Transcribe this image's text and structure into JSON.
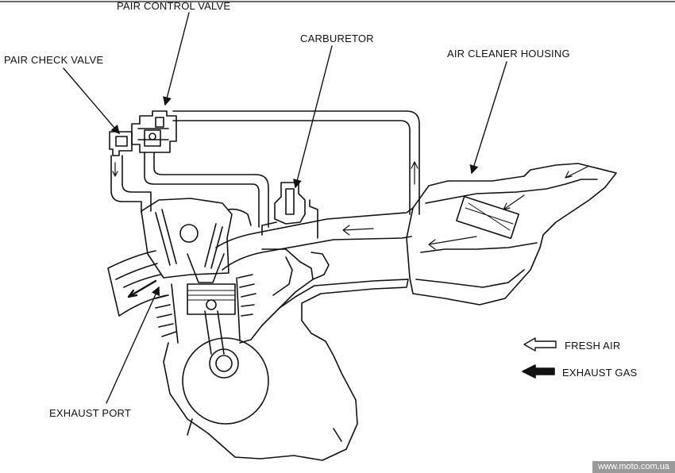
{
  "labels": {
    "pair_control_valve": "PAIR CONTROL VALVE",
    "pair_check_valve": "PAIR CHECK VALVE",
    "carburetor": "CARBURETOR",
    "air_cleaner_housing": "AIR CLEANER HOUSING",
    "exhaust_port": "EXHAUST PORT"
  },
  "legend": {
    "fresh_air": "FRESH AIR",
    "exhaust_gas": "EXHAUST GAS"
  },
  "watermark": "www.moto.com.ua",
  "colors": {
    "line": "#111111",
    "background": "#ffffff",
    "watermark_bg": "#9a9a9a"
  }
}
